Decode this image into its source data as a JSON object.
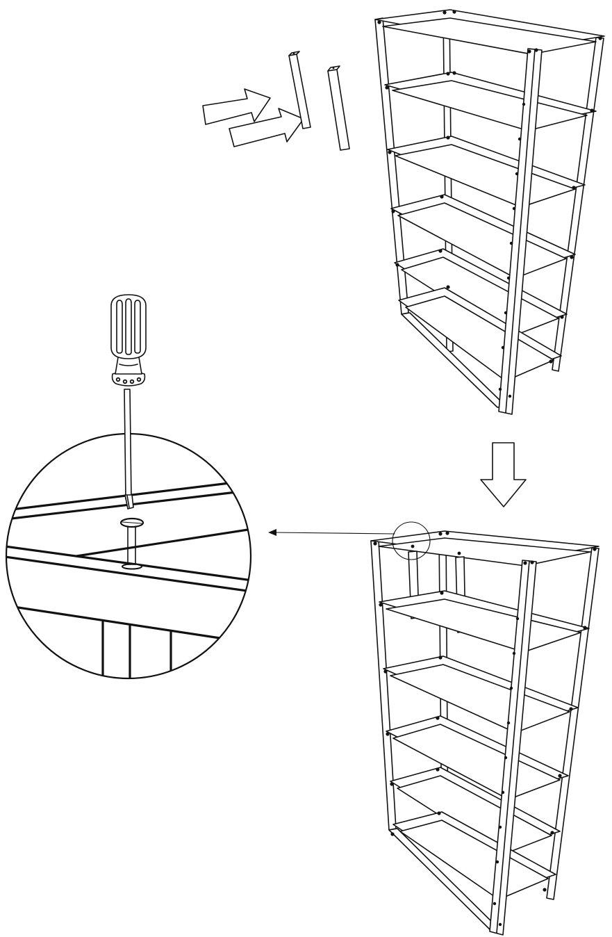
{
  "diagram": {
    "kind": "assembly-instruction",
    "colors": {
      "line": "#111111",
      "background": "#ffffff"
    },
    "icons": [
      "push-arrow-icon",
      "push-arrow-icon",
      "down-arrow-icon",
      "screwdriver-icon",
      "screw-icon",
      "pointer-arrow-icon"
    ],
    "parts": [
      "vertical-bar",
      "vertical-bar",
      "shelf-frame-before",
      "shelf-frame-after",
      "detail-magnifier"
    ]
  }
}
